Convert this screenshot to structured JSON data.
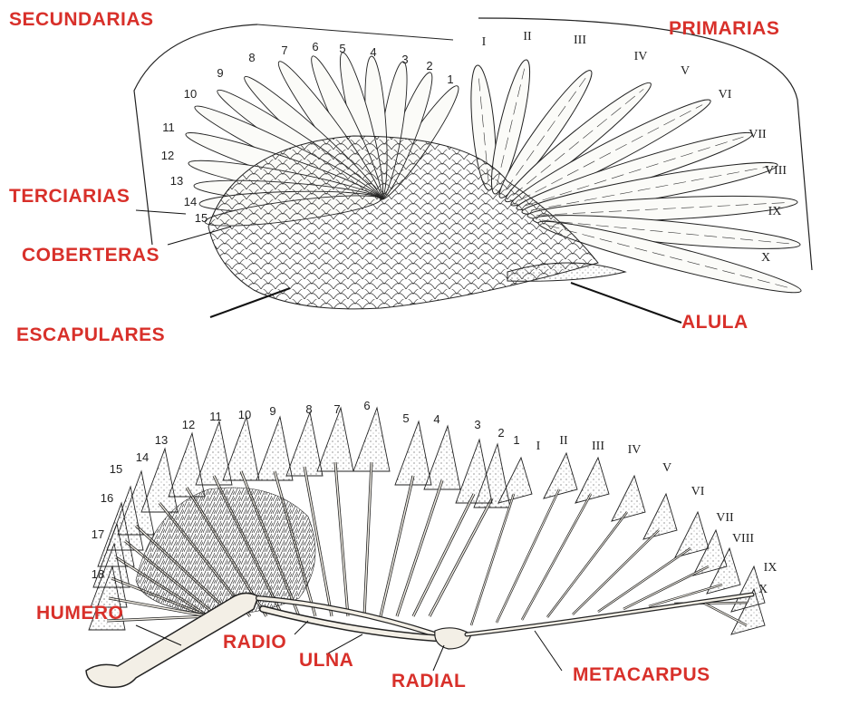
{
  "labels": {
    "secundarias": "SECUNDARIAS",
    "primarias": "PRIMARIAS",
    "terciarias": "TERCIARIAS",
    "coberteras": "COBERTERAS",
    "escapulares": "ESCAPULARES",
    "alula": "ALULA",
    "humero": "HUMERO",
    "radio": "RADIO",
    "ulna": "ULNA",
    "radial": "RADIAL",
    "metacarpus": "METACARPUS"
  },
  "top_wing": {
    "secondary_numbers": [
      "1",
      "2",
      "3",
      "4",
      "5",
      "6",
      "7",
      "8",
      "9",
      "10",
      "11",
      "12",
      "13",
      "14",
      "15"
    ],
    "primary_numerals": [
      "I",
      "II",
      "III",
      "IV",
      "V",
      "VI",
      "VII",
      "VIII",
      "IX",
      "X"
    ]
  },
  "bottom_wing": {
    "secondary_numbers": [
      "1",
      "2",
      "3",
      "4",
      "5",
      "6",
      "7",
      "8",
      "9",
      "10",
      "11",
      "12",
      "13",
      "14",
      "15",
      "16",
      "17",
      "18"
    ],
    "primary_numerals": [
      "I",
      "II",
      "III",
      "IV",
      "V",
      "VI",
      "VII",
      "VIII",
      "IX",
      "X"
    ]
  },
  "colors": {
    "label": "#d8302a",
    "ink": "#222222",
    "background": "#ffffff"
  }
}
